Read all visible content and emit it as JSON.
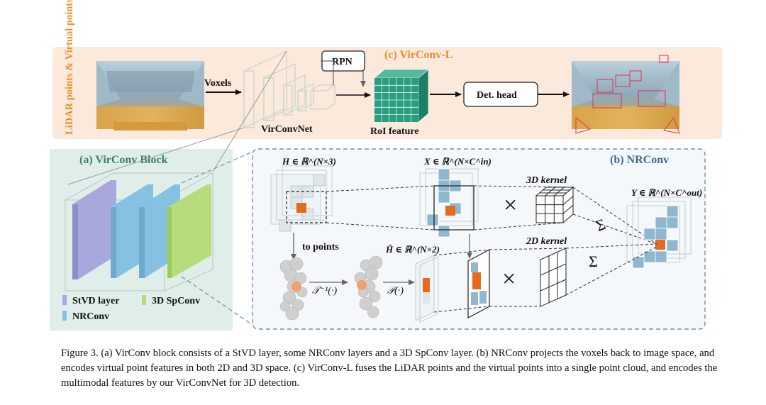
{
  "figure": {
    "virconv_l": {
      "input_label": "LiDAR points & Virtual points",
      "voxels": "Voxels",
      "rpn": "RPN",
      "title": "(c) VirConv-L",
      "virconvnet": "VirConvNet",
      "roi_feature": "RoI feature",
      "det_head": "Det. head"
    },
    "block": {
      "title": "(a) VirConv Block",
      "legend": [
        "StVD layer",
        "3D SpConv",
        "NRConv"
      ]
    },
    "nrconv": {
      "title": "(b) NRConv",
      "h_label": "H ∈ ℝ^(N×3)",
      "x_label": "X ∈ ℝ^(N×C^in)",
      "y_label": "Y ∈ ℝ^(N×C^out)",
      "hhat_label": "Ĥ ∈ ℝ^(N×2)",
      "to_points": "to points",
      "inv_transform": "𝒯⁻¹(·)",
      "projection": "𝒫(·)",
      "kernel_3d": "3D kernel",
      "kernel_2d": "2D kernel",
      "times": "×",
      "sum": "Σ"
    },
    "colors": {
      "virconv_l_bg": "#fbe9dc",
      "block_bg": "#dfeee8",
      "nrconv_border": "#6f8fae",
      "title_orange": "#e8902e",
      "title_green": "#3e7d6a",
      "title_blue": "#3c6d8a",
      "roi_green": "#2a9d7f",
      "stvd_purple": "#a8a8dc",
      "nrconv_blue": "#86c1e2",
      "spconv_green": "#b6dc7c",
      "cube_blue": "#8fb8cf",
      "orange_center": "#e66a1e"
    }
  },
  "caption": "Figure 3. (a) VirConv block consists of a StVD layer, some NRConv layers and a 3D SpConv layer. (b) NRConv projects the voxels back to image space, and encodes virtual point features in both 2D and 3D space. (c) VirConv-L fuses the LiDAR points and the virtual points into a single point cloud, and encodes the multimodal features by our VirConvNet for 3D detection."
}
